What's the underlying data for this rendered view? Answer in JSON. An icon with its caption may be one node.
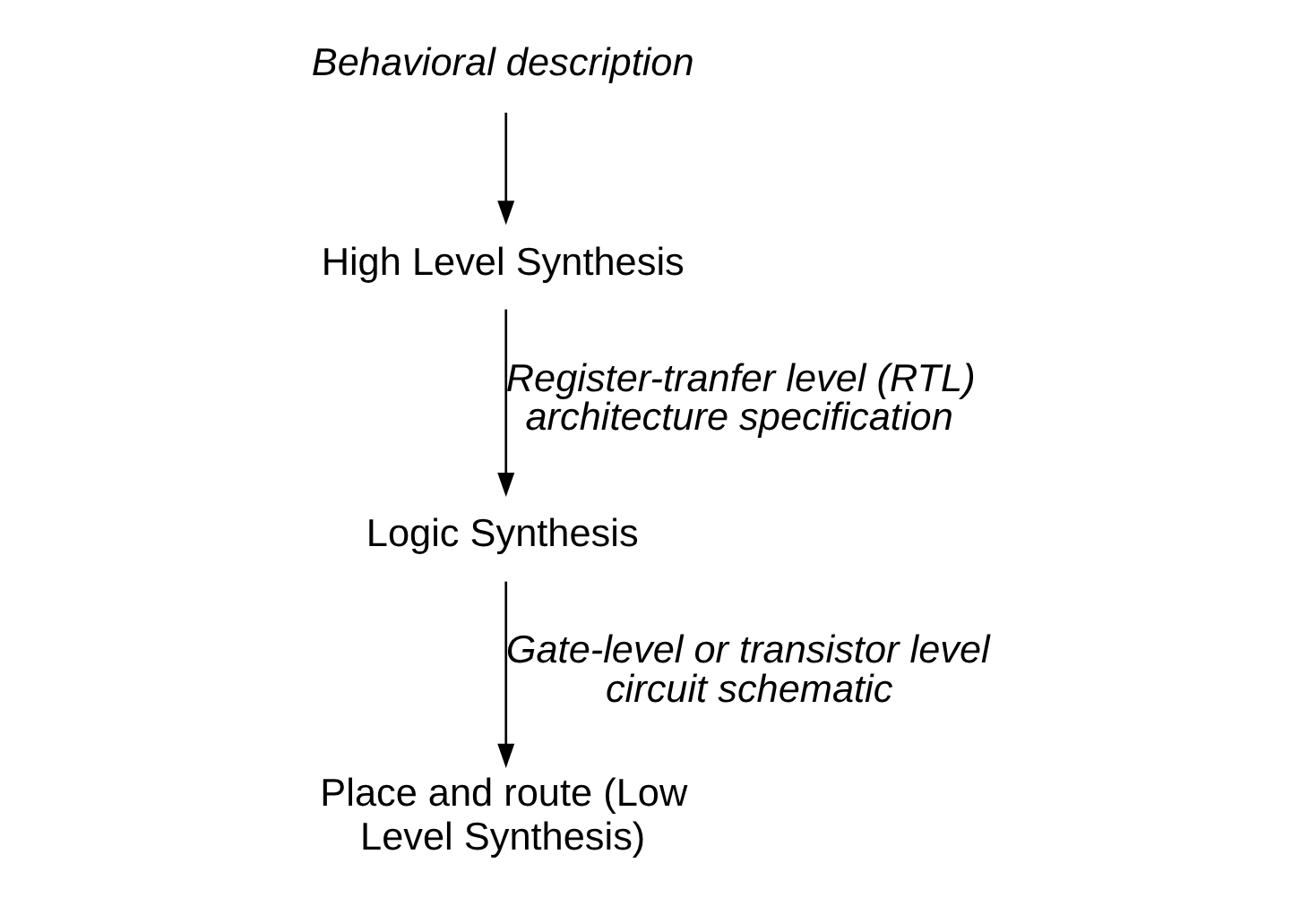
{
  "diagram": {
    "nodes": [
      {
        "text": [
          "Behavioral description"
        ]
      },
      {
        "text": [
          "High Level Synthesis"
        ]
      },
      {
        "text": [
          "Logic Synthesis"
        ]
      },
      {
        "text": [
          "Place and route (Low Level Synthesis)"
        ]
      }
    ],
    "edges": [
      {
        "from": 0,
        "to": 1,
        "arrow": "to"
      },
      {
        "from": 1,
        "to": 2,
        "arrow": "to",
        "label": "Register-tranfer level (RTL) architecture specification"
      },
      {
        "from": 2,
        "to": 3,
        "arrow": "to",
        "label": "Gate-level or transistor level circuit schematic"
      }
    ]
  }
}
